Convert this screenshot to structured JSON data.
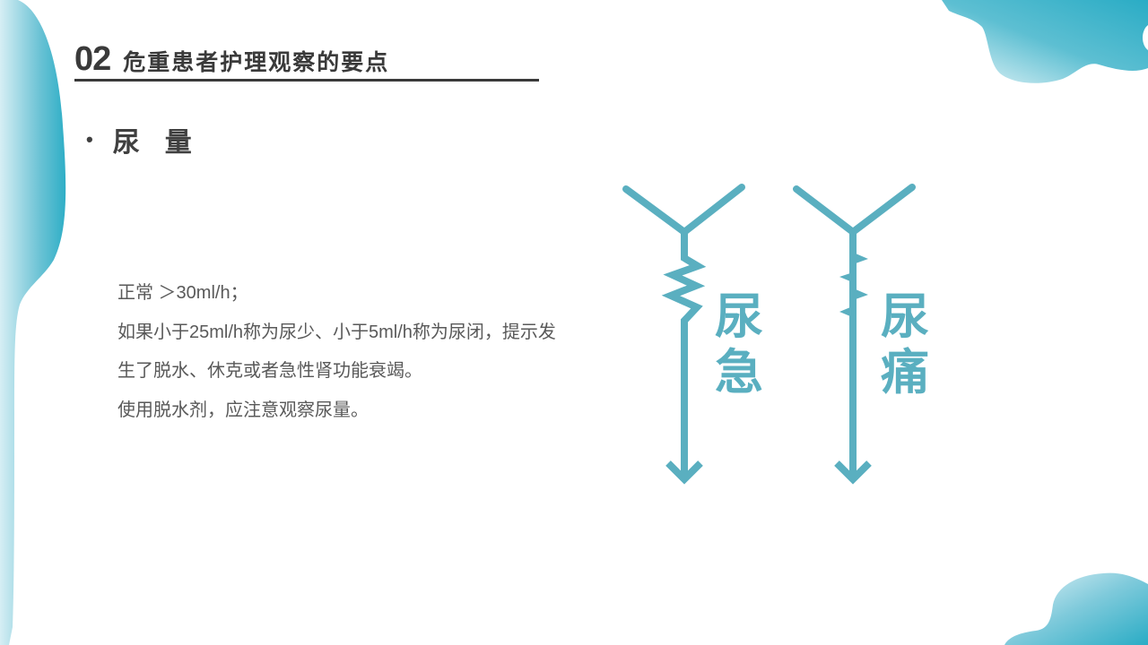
{
  "slide": {
    "section_number": "02",
    "section_title": "危重患者护理观察的要点",
    "bullet_symbol": "•",
    "subheading": "尿量",
    "body_lines": [
      "正常 ＞30ml/h；",
      "如果小于25ml/h称为尿少、小于5ml/h称为尿闭，提示发生了脱水、休克或者急性肾功能衰竭。",
      "使用脱水剂，应注意观察尿量。"
    ]
  },
  "diagram": {
    "items": [
      {
        "label_top": "尿",
        "label_bottom": "急",
        "line_style": "zigzag"
      },
      {
        "label_top": "尿",
        "label_bottom": "痛",
        "line_style": "spiked"
      }
    ]
  },
  "colors": {
    "accent": "#5aafc0",
    "blob": "#2eaec6",
    "heading_text": "#3a3a3a",
    "body_text": "#595959"
  }
}
